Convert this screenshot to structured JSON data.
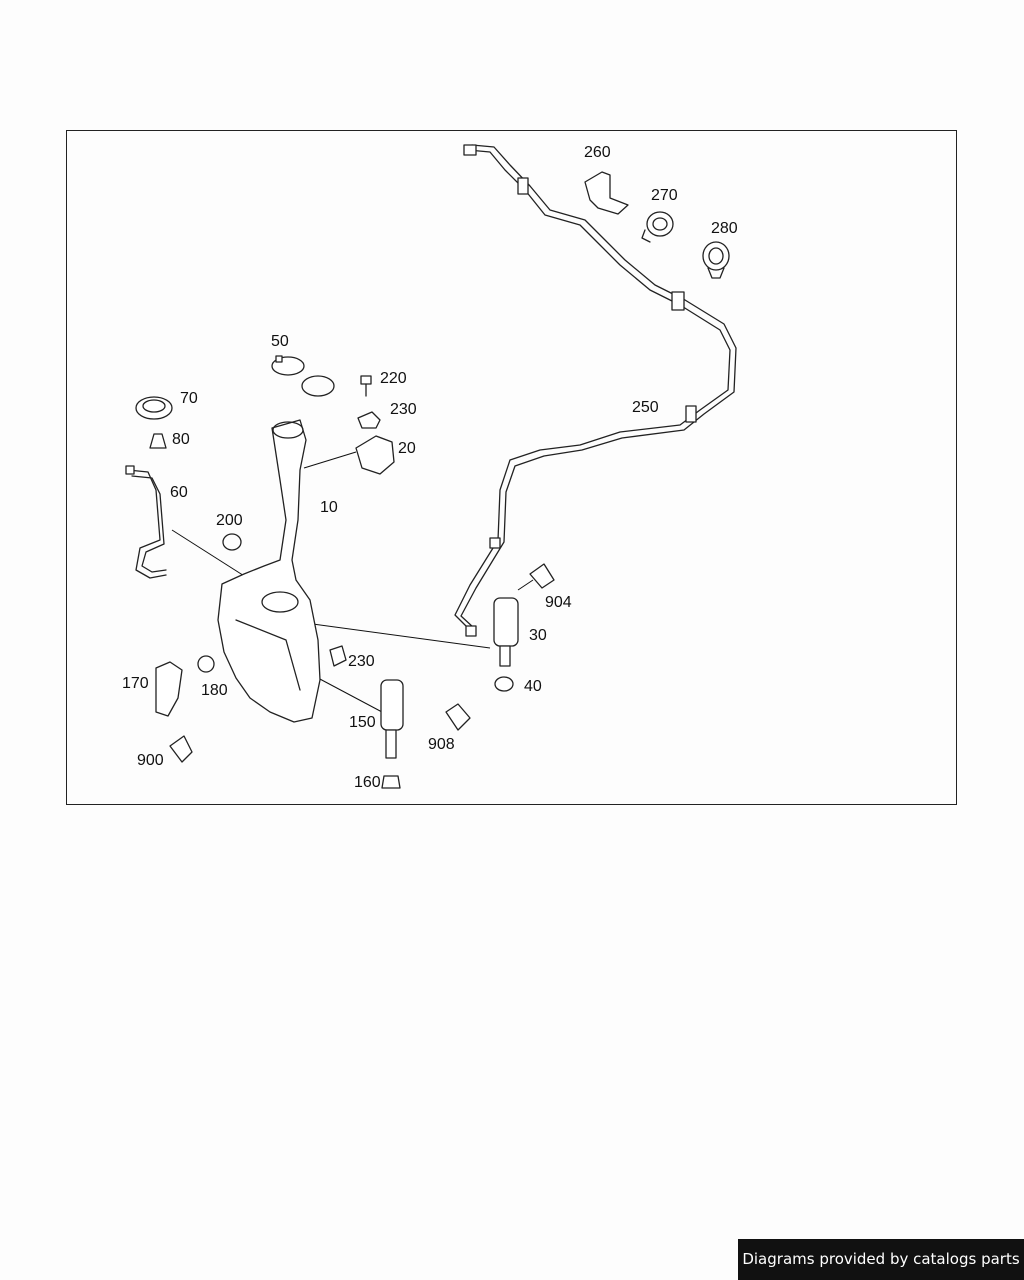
{
  "diagram": {
    "callouts": {
      "c10": "10",
      "c20": "20",
      "c30": "30",
      "c40": "40",
      "c50": "50",
      "c60": "60",
      "c70": "70",
      "c80": "80",
      "c150": "150",
      "c160": "160",
      "c170": "170",
      "c180": "180",
      "c200": "200",
      "c220": "220",
      "c230a": "230",
      "c230b": "230",
      "c250": "250",
      "c260": "260",
      "c270": "270",
      "c280": "280",
      "c900": "900",
      "c904": "904",
      "c908": "908"
    }
  },
  "footer": {
    "credit": "Diagrams provided by catalogs parts"
  }
}
